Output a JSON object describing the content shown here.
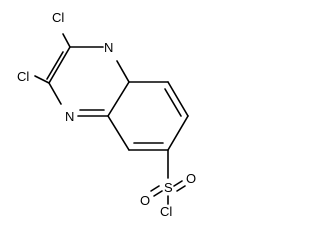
{
  "molecule": {
    "atoms": {
      "cl_top": "Cl",
      "cl_left": "Cl",
      "n_top": "N",
      "n_bottom": "N",
      "s": "S",
      "o_left": "O",
      "o_right": "O",
      "cl_sulfonyl": "Cl"
    },
    "colors": {
      "ink": "#000000",
      "background": "#ffffff"
    }
  }
}
